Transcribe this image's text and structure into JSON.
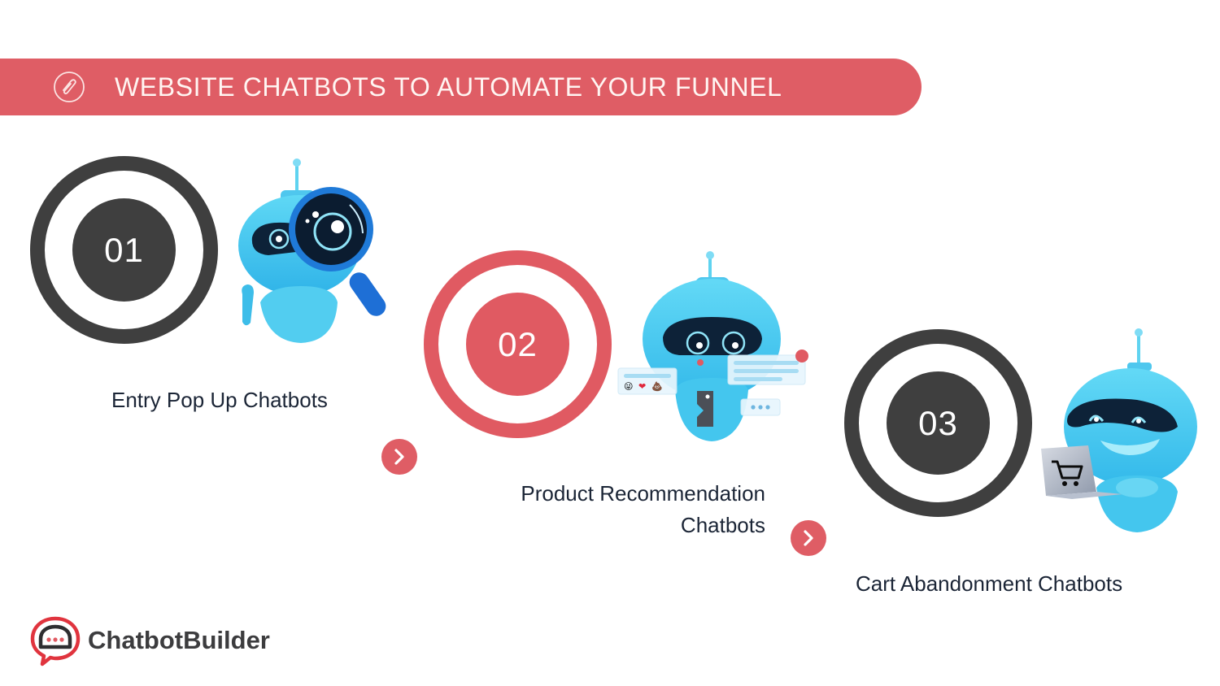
{
  "header": {
    "title": "WEBSITE CHATBOTS TO AUTOMATE YOUR FUNNEL",
    "icon": "paperclip-circle-icon",
    "background_color": "#df5d65",
    "text_color": "#fff5f2"
  },
  "steps": [
    {
      "number": "01",
      "label": "Entry Pop Up Chatbots",
      "ring_color": "#3f3f3f",
      "illustration": "robot-with-magnifying-glass"
    },
    {
      "number": "02",
      "label_line1": "Product Recommendation",
      "label_line2": "Chatbots",
      "ring_color": "#e05a62",
      "illustration": "robot-with-chat-bubbles",
      "chat_bubble_emojis": [
        "😜",
        "❤",
        "💩"
      ]
    },
    {
      "number": "03",
      "label": "Cart Abandonment Chatbots",
      "ring_color": "#3f3f3f",
      "illustration": "robot-with-shopping-cart-laptop"
    }
  ],
  "connectors": [
    {
      "icon": "chevron-right-icon",
      "color": "#df5d65"
    },
    {
      "icon": "chevron-right-icon",
      "color": "#df5d65"
    }
  ],
  "brand": {
    "name": "ChatbotBuilder",
    "logo_icon": "speech-bubble-logo-icon"
  },
  "colors": {
    "accent": "#df5d65",
    "dark": "#3f3f3f",
    "text": "#1b2536",
    "robot_blue": "#5fd3f0"
  }
}
